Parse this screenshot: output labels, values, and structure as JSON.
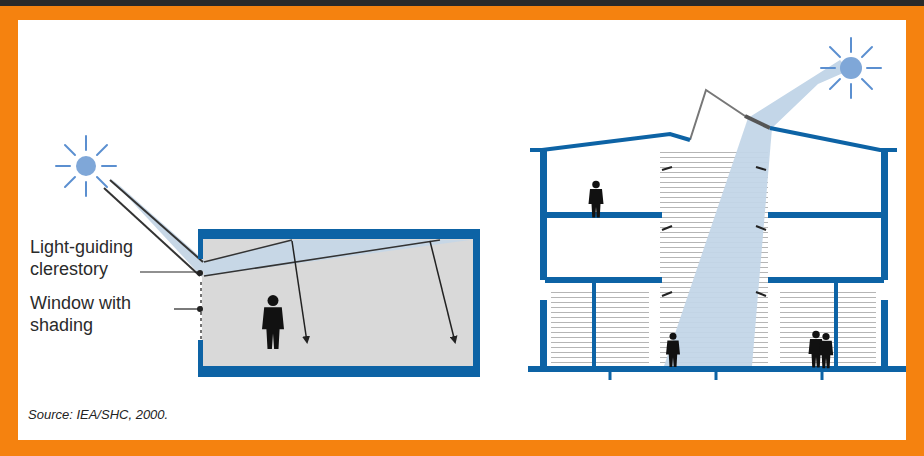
{
  "diagram": {
    "labels": [
      "Light-guiding clerestory",
      "Window with shading",
      "Source: IEA/SHC, 2000."
    ]
  }
}
